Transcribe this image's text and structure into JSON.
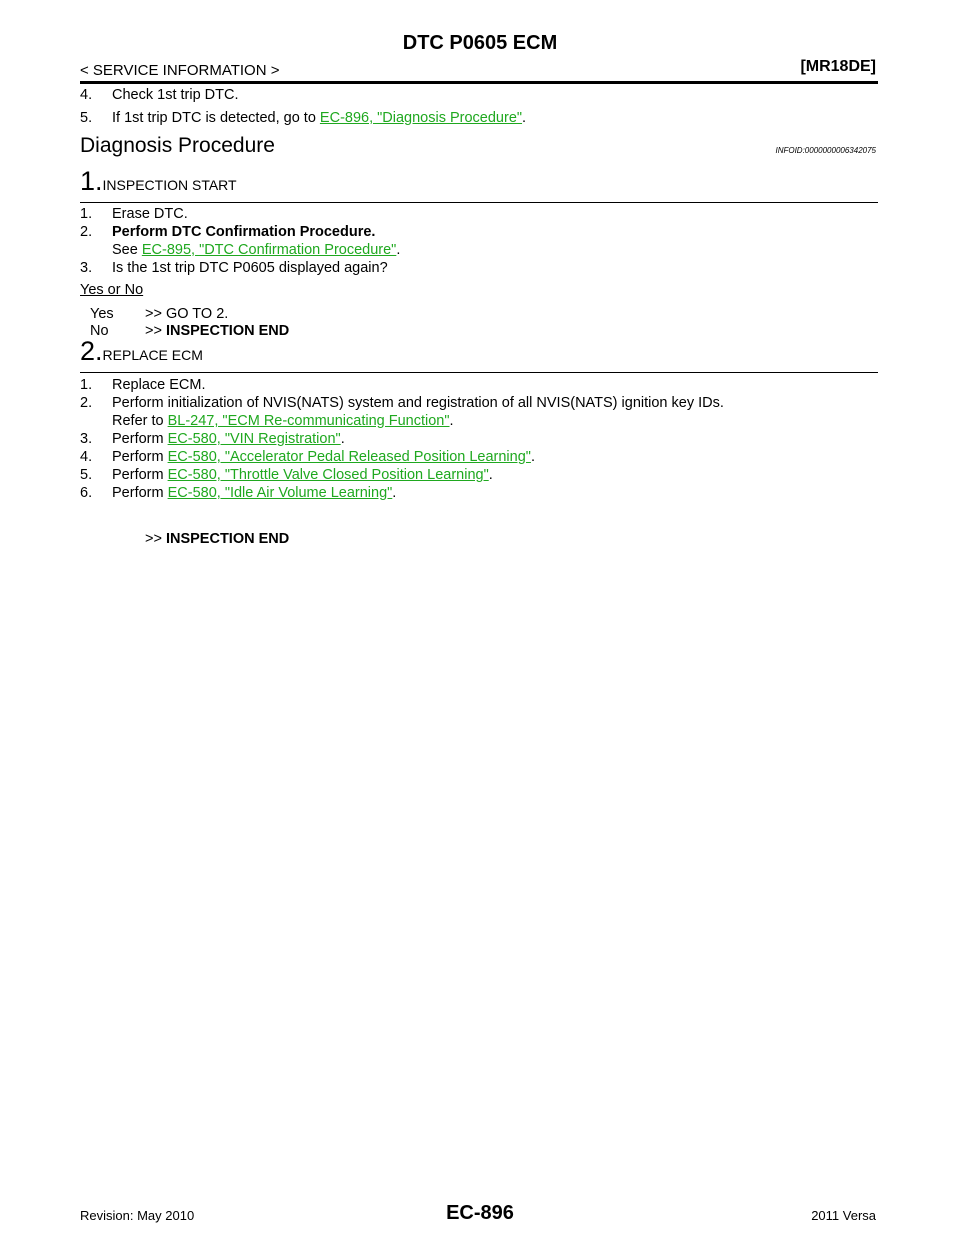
{
  "header": {
    "title": "DTC P0605 ECM",
    "left": "< SERVICE INFORMATION >",
    "right": "[MR18DE]"
  },
  "intro": [
    {
      "num": "4.",
      "text": "Check 1st trip DTC."
    },
    {
      "num": "5.",
      "text": "If 1st trip DTC is detected, go to ",
      "link": "EC-896, \"Diagnosis Procedure\"",
      "after": "."
    }
  ],
  "section": {
    "title": "Diagnosis Procedure",
    "infoid": "INFOID:0000000006342075"
  },
  "step1": {
    "number": "1.",
    "title": "INSPECTION START",
    "items": [
      {
        "num": "1.",
        "text": "Erase DTC."
      },
      {
        "num": "2.",
        "text": "Perform DTC Confirmation Procedure."
      },
      {
        "num": "",
        "text": "See ",
        "link": "EC-895, \"DTC Confirmation Procedure\"",
        "after": "."
      },
      {
        "num": "3.",
        "text": "Is the 1st trip DTC P0605 displayed again?"
      }
    ],
    "question": "Yes or No",
    "answers": [
      {
        "label": "Yes",
        "arrow": ">>",
        "result": "GO TO 2."
      },
      {
        "label": "No",
        "arrow": ">>",
        "result": "INSPECTION END"
      }
    ]
  },
  "step2": {
    "number": "2.",
    "title": "REPLACE ECM",
    "items": [
      {
        "num": "1.",
        "text": "Replace ECM."
      },
      {
        "num": "2.",
        "text": "Perform initialization of NVIS(NATS) system and registration of all NVIS(NATS) ignition key IDs."
      },
      {
        "num": "",
        "text": "Refer to ",
        "link": "BL-247, \"ECM Re-communicating Function\"",
        "after": "."
      },
      {
        "num": "3.",
        "text": "Perform ",
        "link": "EC-580, \"VIN Registration\"",
        "after": "."
      },
      {
        "num": "4.",
        "text": "Perform ",
        "link": "EC-580, \"Accelerator Pedal Released Position Learning\"",
        "after": "."
      },
      {
        "num": "5.",
        "text": "Perform ",
        "link": "EC-580, \"Throttle Valve Closed Position Learning\"",
        "after": "."
      },
      {
        "num": "6.",
        "text": "Perform ",
        "link": "EC-580, \"Idle Air Volume Learning\"",
        "after": "."
      }
    ],
    "end_arrow": ">>",
    "end_text": "INSPECTION END"
  },
  "footer": {
    "revision": "Revision: May 2010",
    "page": "EC-896",
    "model": "2011 Versa"
  },
  "colors": {
    "link": "#1fa81f"
  }
}
